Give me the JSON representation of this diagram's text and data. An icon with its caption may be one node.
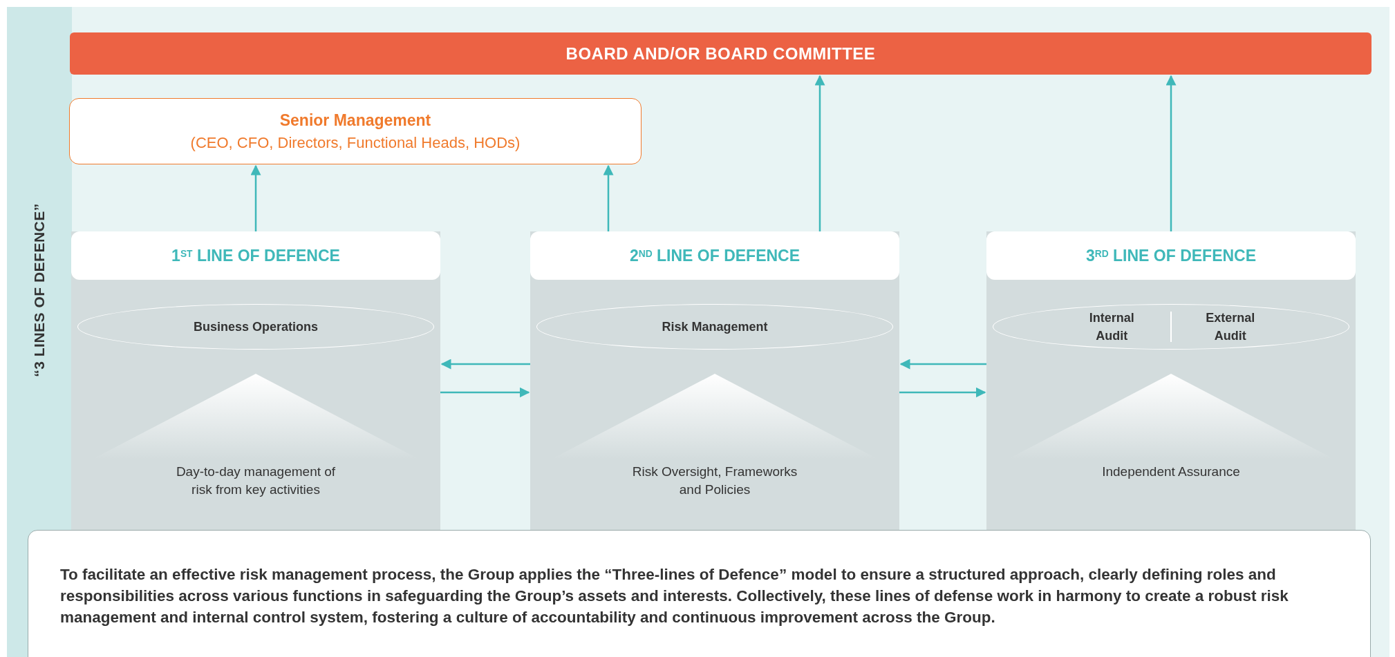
{
  "diagram": {
    "nodes": [
      {
        "text": [
          "“3 LINES OF DEFENCE”"
        ]
      },
      {
        "text": [
          "BOARD AND/OR BOARD COMMITTEE"
        ],
        "in": 0
      },
      {
        "text": [
          "Senior Management",
          "(CEO, CFO, Directors, Functional Heads, HODs)"
        ],
        "in": 0
      },
      {
        "text": [
          "1$^{ST}$ LINE OF DEFENCE",
          "Day-to-day management of risk from key activities"
        ],
        "in": 0
      },
      {
        "text": [
          "Business Operations"
        ],
        "in": 3
      },
      {
        "text": [
          "2$^{ND}$ LINE OF DEFENCE",
          "Risk Oversight, Frameworks and Policies"
        ],
        "in": 0
      },
      {
        "text": [
          "Risk Management"
        ],
        "in": 5
      },
      {
        "text": [
          "3$^{RD}$ LINE OF DEFENCE",
          "Independent Assurance"
        ],
        "in": 0
      },
      {
        "text": [
          "Internal Audit",
          "External Audit"
        ],
        "in": 7
      },
      {
        "text": [
          "To facilitate an effective risk management process, the Group applies the “Three-lines of Defence” model to ensure a structured approach, clearly defining roles and responsibilities across various functions in safeguarding the Group’s assets and interests. Collectively, these lines of defense work in harmony to create a robust risk management and internal control system, fostering a culture of accountability and continuous improvement across the Group."
        ]
      },
      {
        "text": [],
        "shape": "triangle",
        "in": 3
      },
      {
        "text": [],
        "shape": "triangle",
        "in": 5
      },
      {
        "text": [],
        "shape": "triangle",
        "in": 7
      }
    ],
    "edges": [
      {
        "from": 3,
        "to": 2,
        "arrow": "to"
      },
      {
        "from": 5,
        "to": 2,
        "arrow": "to"
      },
      {
        "from": 5,
        "to": 1,
        "arrow": "to"
      },
      {
        "from": 7,
        "to": 1,
        "arrow": "to"
      },
      {
        "from": 5,
        "to": 3,
        "arrow": "to"
      },
      {
        "from": 3,
        "to": 5,
        "arrow": "to"
      },
      {
        "from": 7,
        "to": 5,
        "arrow": "to"
      },
      {
        "from": 5,
        "to": 7,
        "arrow": "to"
      }
    ]
  }
}
